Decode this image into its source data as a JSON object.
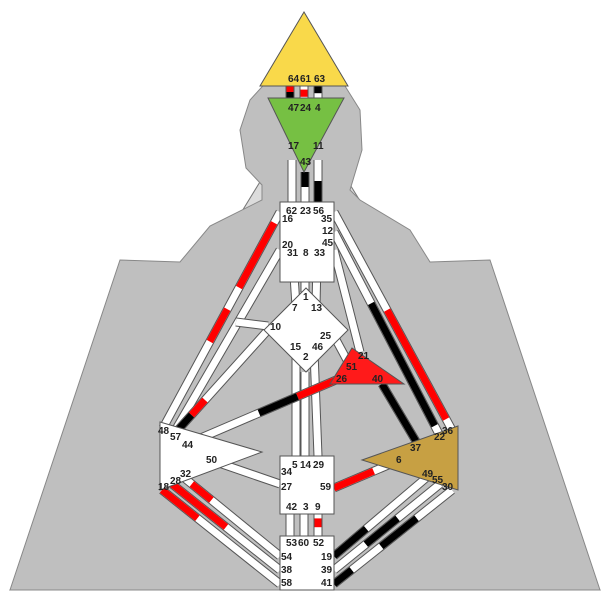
{
  "colors": {
    "background": "#ffffff",
    "silhouette": "#bfbfbf",
    "backdrop_light": "#dcdcdc",
    "stroke": "#555555",
    "channel_white": "#ffffff",
    "activation_red": "#ff0000",
    "activation_black": "#000000",
    "head_center": "#f9d94a",
    "ajna_center": "#76c043",
    "spleen_center": "#c7a043",
    "ego_center": "#ff1a1a",
    "undefined_center": "#ffffff"
  },
  "centers": {
    "head": {
      "name": "head",
      "defined": true,
      "gates": [
        "64",
        "61",
        "63"
      ]
    },
    "ajna": {
      "name": "ajna",
      "defined": true,
      "gates": [
        "47",
        "24",
        "4",
        "17",
        "11",
        "43"
      ]
    },
    "throat": {
      "name": "throat",
      "defined": false,
      "gates": [
        "62",
        "23",
        "56",
        "16",
        "35",
        "12",
        "20",
        "31",
        "8",
        "33",
        "45"
      ]
    },
    "g": {
      "name": "g",
      "defined": false,
      "gates": [
        "1",
        "7",
        "13",
        "10",
        "25",
        "15",
        "2",
        "46"
      ]
    },
    "ego": {
      "name": "ego",
      "defined": true,
      "gates": [
        "21",
        "51",
        "26",
        "40"
      ]
    },
    "spleen": {
      "name": "spleen",
      "defined": false,
      "gates": [
        "48",
        "57",
        "44",
        "50",
        "32",
        "28",
        "18"
      ]
    },
    "sacral": {
      "name": "sacral",
      "defined": false,
      "gates": [
        "5",
        "14",
        "29",
        "34",
        "27",
        "59",
        "42",
        "3",
        "9"
      ]
    },
    "solar_plexus": {
      "name": "solar-plexus",
      "defined": true,
      "gates": [
        "36",
        "22",
        "37",
        "6",
        "49",
        "55",
        "30"
      ]
    },
    "root": {
      "name": "root",
      "defined": false,
      "gates": [
        "53",
        "60",
        "52",
        "54",
        "38",
        "58",
        "19",
        "39",
        "41"
      ]
    }
  },
  "gate_labels": {
    "64": "64",
    "61": "61",
    "63": "63",
    "47": "47",
    "24": "24",
    "4": "4",
    "17": "17",
    "11": "11",
    "43": "43",
    "62": "62",
    "23": "23",
    "56": "56",
    "16": "16",
    "35": "35",
    "12": "12",
    "20": "20",
    "31": "31",
    "8": "8",
    "33": "33",
    "45": "45",
    "1": "1",
    "7": "7",
    "13": "13",
    "10": "10",
    "25": "25",
    "15": "15",
    "2": "2",
    "46": "46",
    "21": "21",
    "51": "51",
    "26": "26",
    "40": "40",
    "48": "48",
    "57": "57",
    "44": "44",
    "50": "50",
    "32": "32",
    "28": "28",
    "18": "18",
    "5": "5",
    "14": "14",
    "29": "29",
    "34": "34",
    "27": "27",
    "59": "59",
    "42": "42",
    "3": "3",
    "9": "9",
    "36": "36",
    "22": "22",
    "37": "37",
    "6": "6",
    "49": "49",
    "55": "55",
    "30": "30",
    "53": "53",
    "60": "60",
    "52": "52",
    "54": "54",
    "38": "38",
    "58": "58",
    "19": "19",
    "39": "39",
    "41": "41"
  },
  "activations": {
    "red": [
      "64",
      "24",
      "43",
      "16",
      "8",
      "33",
      "51",
      "26",
      "57",
      "6",
      "28",
      "9",
      "40",
      "35"
    ],
    "black": [
      "63",
      "4",
      "56",
      "23",
      "37",
      "36",
      "26",
      "57",
      "19",
      "39",
      "40",
      "41",
      "35"
    ]
  }
}
